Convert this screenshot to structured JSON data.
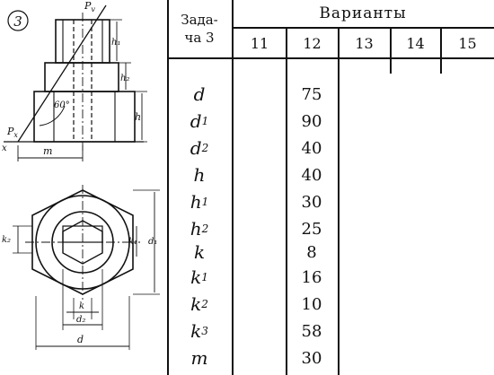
{
  "figure": {
    "task_number": "3",
    "labels": {
      "p_top": "P",
      "p_top_sub": "v",
      "p_left": "P",
      "p_left_sub": "x",
      "x_axis": "x",
      "angle": "60°",
      "h1": "h₁",
      "h2": "h₂",
      "h": "h",
      "m": "m",
      "k2": "k₂",
      "k1": "k₁",
      "d1": "d₁",
      "k": "k",
      "d2": "d₂",
      "d": "d"
    }
  },
  "table": {
    "task_header_line1": "Зада-",
    "task_header_line2": "ча 3",
    "variants_header": "Варианты",
    "variant_numbers": [
      "11",
      "12",
      "13",
      "14",
      "15"
    ],
    "rows": [
      {
        "param": "d",
        "sub": "",
        "value": "75"
      },
      {
        "param": "d",
        "sub": "1",
        "value": "90"
      },
      {
        "param": "d",
        "sub": "2",
        "value": "40"
      },
      {
        "param": "h",
        "sub": "",
        "value": "40"
      },
      {
        "param": "h",
        "sub": "1",
        "value": "30"
      },
      {
        "param": "h",
        "sub": "2",
        "value": "25"
      },
      {
        "param": "k",
        "sub": "",
        "value": "8"
      },
      {
        "param": "k",
        "sub": "1",
        "value": "16"
      },
      {
        "param": "k",
        "sub": "2",
        "value": "10"
      },
      {
        "param": "k",
        "sub": "3",
        "value": "58"
      },
      {
        "param": "m",
        "sub": "",
        "value": "30"
      }
    ]
  }
}
